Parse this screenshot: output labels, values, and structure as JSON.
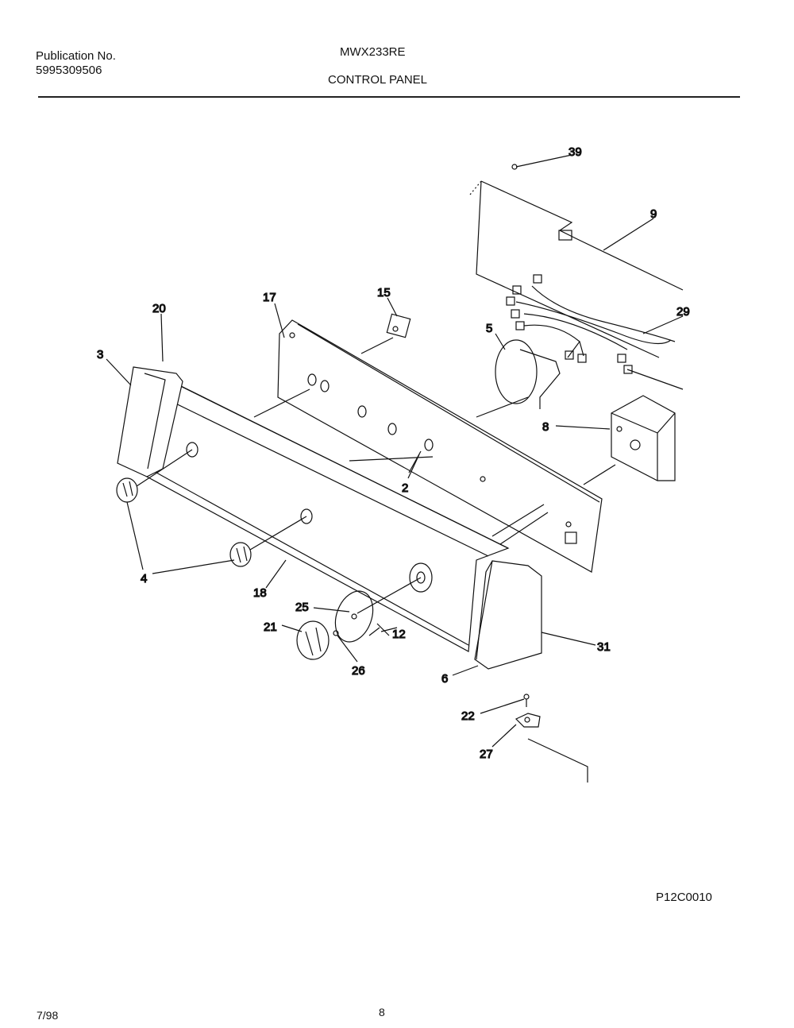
{
  "header": {
    "publication_label": "Publication No.",
    "publication_number": "5995309506",
    "model": "MWX233RE",
    "section_title": "CONTROL PANEL"
  },
  "diagram": {
    "callouts": [
      "39",
      "9",
      "29",
      "15",
      "17",
      "20",
      "3",
      "5",
      "8",
      "2",
      "4",
      "18",
      "25",
      "21",
      "12",
      "31",
      "26",
      "6",
      "22",
      "27"
    ],
    "figure_code": "P12C0010"
  },
  "footer": {
    "date": "7/98",
    "page_number": "8"
  }
}
